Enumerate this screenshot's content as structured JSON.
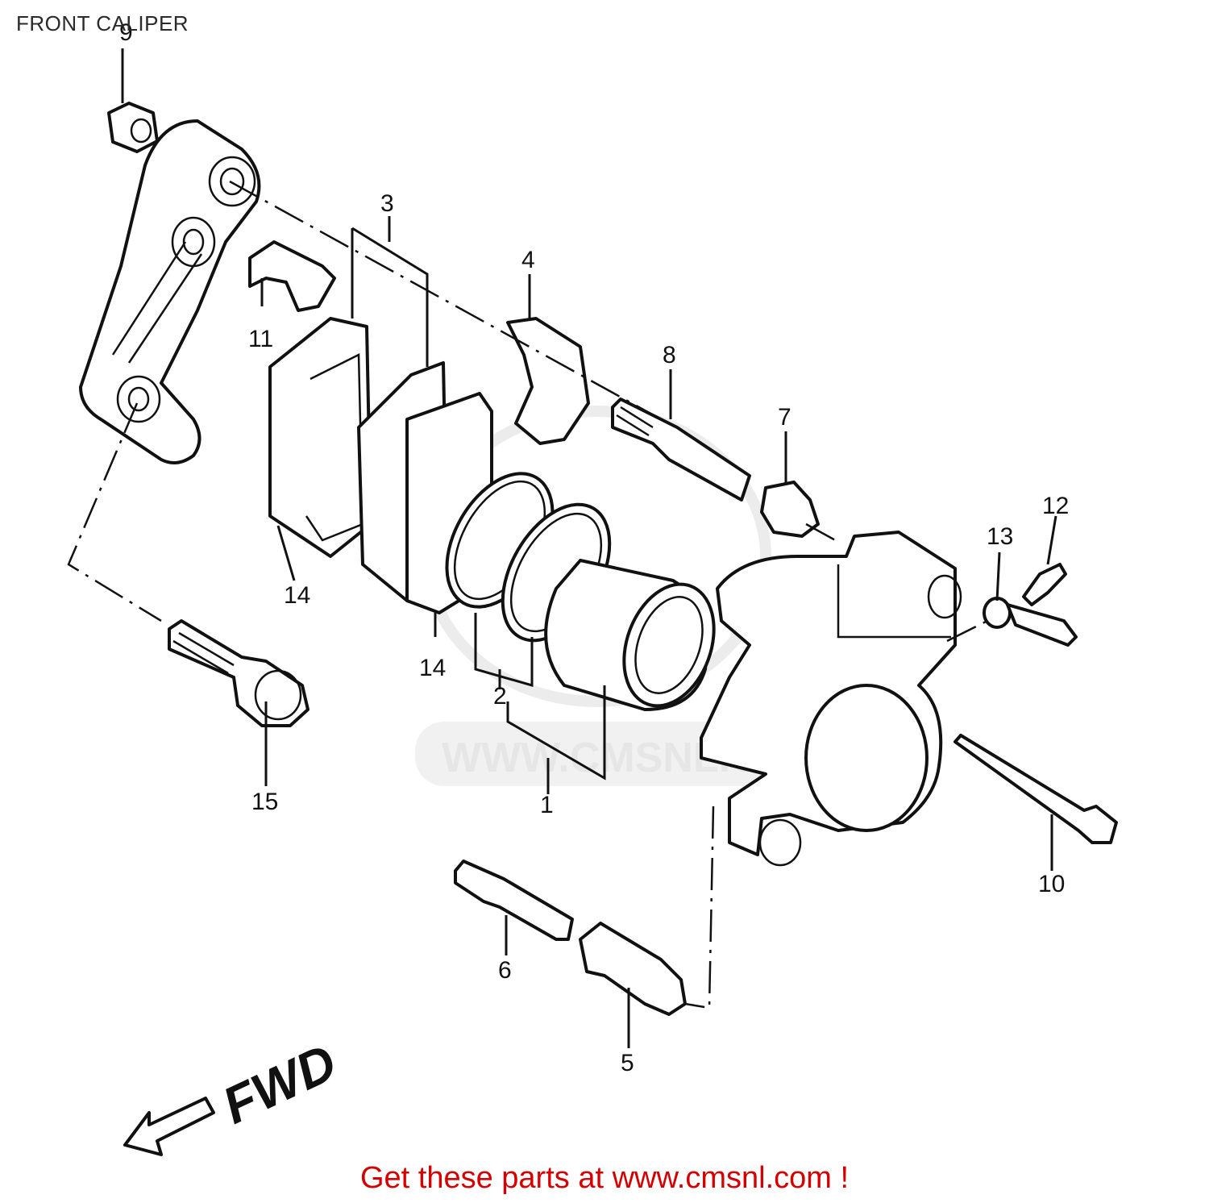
{
  "page": {
    "title": "FRONT CALIPER"
  },
  "watermark": "WWW.CMSNL.COM",
  "direction_label": "FWD",
  "footer": {
    "text": "Get these parts at www.cmsnl.com !",
    "color": "#d40000"
  },
  "callouts": [
    {
      "id": "1",
      "label": "1"
    },
    {
      "id": "2",
      "label": "2"
    },
    {
      "id": "3",
      "label": "3"
    },
    {
      "id": "4",
      "label": "4"
    },
    {
      "id": "5",
      "label": "5"
    },
    {
      "id": "6",
      "label": "6"
    },
    {
      "id": "7",
      "label": "7"
    },
    {
      "id": "8",
      "label": "8"
    },
    {
      "id": "9",
      "label": "9"
    },
    {
      "id": "10",
      "label": "10"
    },
    {
      "id": "11",
      "label": "11"
    },
    {
      "id": "12",
      "label": "12"
    },
    {
      "id": "13",
      "label": "13"
    },
    {
      "id": "14a",
      "label": "14"
    },
    {
      "id": "14b",
      "label": "14"
    },
    {
      "id": "15",
      "label": "15"
    }
  ]
}
